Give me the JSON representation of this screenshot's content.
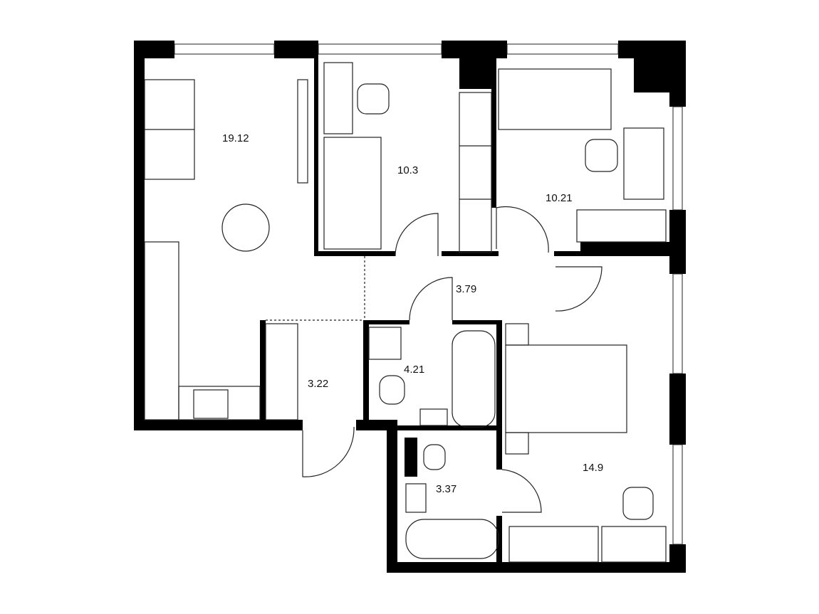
{
  "rooms": [
    {
      "id": "living-kitchen",
      "area": "19.12"
    },
    {
      "id": "bedroom-kid-1",
      "area": "10.3"
    },
    {
      "id": "bedroom-kid-2",
      "area": "10.21"
    },
    {
      "id": "hall",
      "area": "3.79"
    },
    {
      "id": "entrance",
      "area": "3.22"
    },
    {
      "id": "bathroom-1",
      "area": "4.21"
    },
    {
      "id": "bathroom-2",
      "area": "3.37"
    },
    {
      "id": "master-bedroom",
      "area": "14.9"
    }
  ],
  "colors": {
    "wall": "#000000",
    "line": "#222222",
    "background": "#ffffff"
  }
}
